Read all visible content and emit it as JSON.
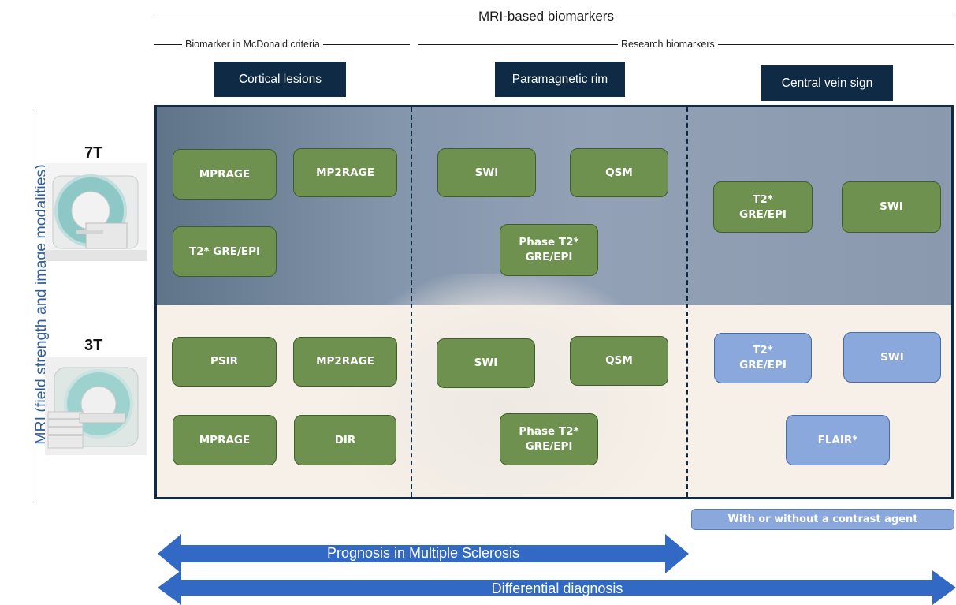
{
  "header": {
    "title": "MRI-based biomarkers",
    "mcdonald_label": "Biomarker in McDonald criteria",
    "research_label": "Research biomarkers"
  },
  "biomarkers": [
    "Cortical lesions",
    "Paramagnetic rim",
    "Central vein sign"
  ],
  "y_axis_label": "MRI (field strength and image modalities)",
  "field_strengths": [
    "7T",
    "3T"
  ],
  "modalities": {
    "t7_cortical": [
      "MPRAGE",
      "MP2RAGE",
      "T2* GRE/EPI"
    ],
    "t7_rim": [
      "SWI",
      "QSM",
      "Phase T2*\nGRE/EPI"
    ],
    "t7_cvs": [
      "T2*\nGRE/EPI",
      "SWI"
    ],
    "t3_cortical": [
      "PSIR",
      "MP2RAGE",
      "MPRAGE",
      "DIR"
    ],
    "t3_rim": [
      "SWI",
      "QSM",
      "Phase T2*\nGRE/EPI"
    ],
    "t3_cvs": [
      "T2*\nGRE/EPI",
      "SWI",
      "FLAIR*"
    ]
  },
  "contrast_note": "With or without a contrast agent",
  "arrows": {
    "prognosis": "Prognosis in Multiple Sclerosis",
    "differential": "Differential diagnosis"
  },
  "colors": {
    "navy": "#0e2a45",
    "green_box": "#6f9150",
    "blue_box": "#8aa8dc",
    "arrow_blue": "#3169c4",
    "axis_text": "#2f5f9a"
  }
}
